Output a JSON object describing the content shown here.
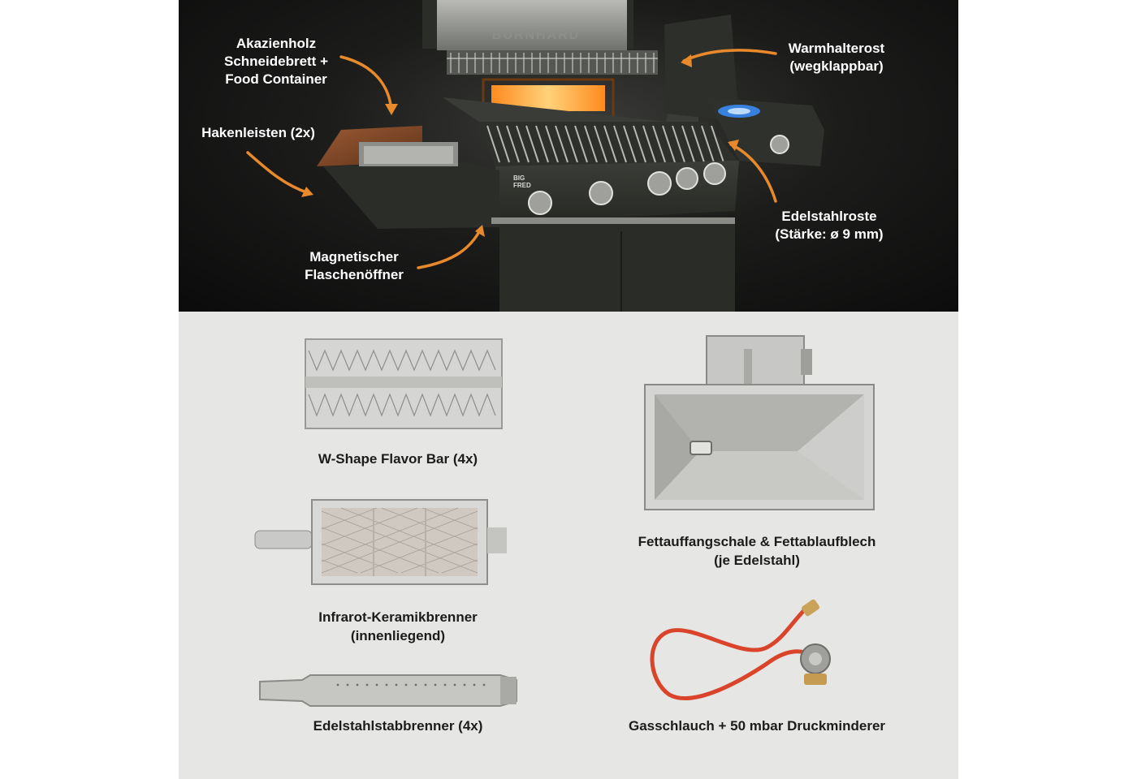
{
  "hero": {
    "brand_lid": "BURNHARD",
    "grill_badge": [
      "BIG",
      "FRED"
    ],
    "callouts": {
      "cutting_board": [
        "Akazienholz",
        "Schneidebrett +",
        "Food Container"
      ],
      "warming_rack": [
        "Warmhalterost",
        "(wegklappbar)"
      ],
      "hook_rails": "Hakenleisten (2x)",
      "grates": [
        "Edelstahlroste",
        "(Stärke: ø 9 mm)"
      ],
      "bottle_opener": [
        "Magnetischer",
        "Flaschenöffner"
      ]
    },
    "colors": {
      "arrow": "#e8892b",
      "background": "#111111"
    }
  },
  "parts": {
    "flavor_bar": "W-Shape Flavor Bar (4x)",
    "infrared_burner": [
      "Infrarot-Keramikbrenner",
      "(innenliegend)"
    ],
    "rod_burner": "Edelstahlstabbrenner (4x)",
    "grease_tray": [
      "Fettauffangschale & Fettablaufblech",
      "(je Edelstahl)"
    ],
    "gas_hose": "Gasschlauch + 50 mbar Druckminderer",
    "colors": {
      "background": "#e6e6e4",
      "hose": "#d9442a"
    }
  }
}
